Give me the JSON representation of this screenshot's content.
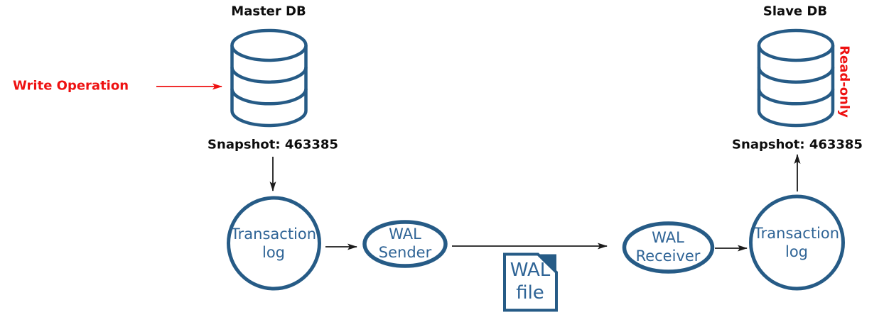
{
  "diagram": {
    "master": {
      "title": "Master DB",
      "snapshot": "Snapshot: 463385"
    },
    "slave": {
      "title": "Slave DB",
      "snapshot": "Snapshot: 463385",
      "badge": "Read-only"
    },
    "annotations": {
      "write_operation": "Write Operation"
    },
    "nodes": {
      "transaction_log_left": "Transaction\nlog",
      "wal_sender": "WAL\nSender",
      "wal_file": "WAL\nfile",
      "wal_receiver": "WAL\nReceiver",
      "transaction_log_right": "Transaction\nlog"
    },
    "colors": {
      "shape_stroke": "#265b86",
      "shape_text": "#2f6496",
      "alert_red": "#ee1111",
      "arrow_black": "#1b1b1b",
      "text_black": "#0d0d0d"
    }
  }
}
